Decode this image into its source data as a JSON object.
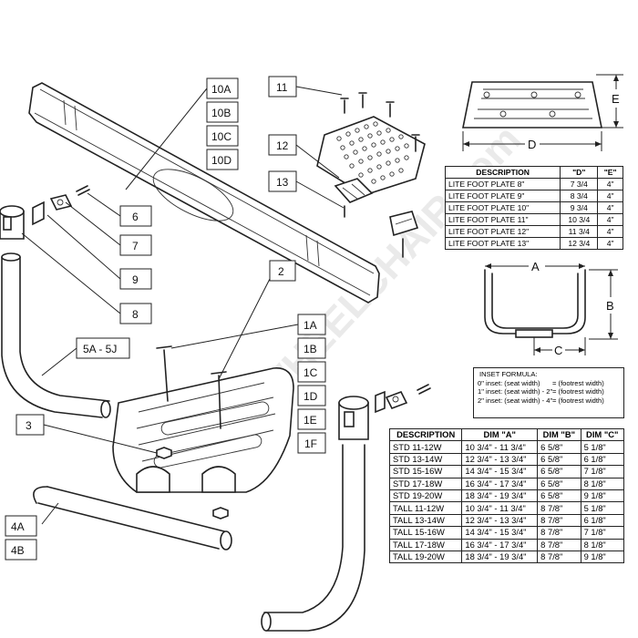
{
  "callouts": {
    "c10A": "10A",
    "c10B": "10B",
    "c10C": "10C",
    "c10D": "10D",
    "c11": "11",
    "c12": "12",
    "c13": "13",
    "c6": "6",
    "c7": "7",
    "c9": "9",
    "c8": "8",
    "c2": "2",
    "c1A": "1A",
    "c1B": "1B",
    "c1C": "1C",
    "c1D": "1D",
    "c1E": "1E",
    "c1F": "1F",
    "c5": "5A - 5J",
    "c3": "3",
    "c4A": "4A",
    "c4B": "4B"
  },
  "dims": {
    "d": "D",
    "e": "E",
    "a": "A",
    "b": "B",
    "c": "C"
  },
  "watermark": "1-800-WHEELCHAIR.com",
  "lite_table": {
    "headers": [
      "DESCRIPTION",
      "\"D\"",
      "\"E\""
    ],
    "rows": [
      [
        "LITE FOOT PLATE 8\"",
        "7 3/4",
        "4\""
      ],
      [
        "LITE FOOT PLATE 9\"",
        "8 3/4",
        "4\""
      ],
      [
        "LITE FOOT PLATE 10\"",
        "9 3/4",
        "4\""
      ],
      [
        "LITE FOOT PLATE 11\"",
        "10 3/4",
        "4\""
      ],
      [
        "LITE FOOT PLATE 12\"",
        "11 3/4",
        "4\""
      ],
      [
        "LITE FOOT PLATE 13\"",
        "12 3/4",
        "4\""
      ]
    ]
  },
  "inset_formula": {
    "title": "INSET FORMULA:",
    "lines": [
      [
        "0\" inset: (seat width)",
        "= (footrest width)"
      ],
      [
        "1\" inset: (seat width) - 2\"",
        "= (footrest width)"
      ],
      [
        "2\" inset: (seat width) - 4\"",
        "= (footrest width)"
      ]
    ]
  },
  "dim_table": {
    "headers": [
      "DESCRIPTION",
      "DIM \"A\"",
      "DIM \"B\"",
      "DIM \"C\""
    ],
    "rows": [
      [
        "STD 11-12W",
        "10 3/4\" - 11 3/4\"",
        "6 5/8\"",
        "5 1/8\""
      ],
      [
        "STD 13-14W",
        "12 3/4\" - 13 3/4\"",
        "6 5/8\"",
        "6 1/8\""
      ],
      [
        "STD 15-16W",
        "14 3/4\" - 15 3/4\"",
        "6 5/8\"",
        "7 1/8\""
      ],
      [
        "STD 17-18W",
        "16 3/4\" - 17 3/4\"",
        "6 5/8\"",
        "8 1/8\""
      ],
      [
        "STD 19-20W",
        "18 3/4\" - 19 3/4\"",
        "6 5/8\"",
        "9 1/8\""
      ],
      [
        "TALL 11-12W",
        "10 3/4\" - 11 3/4\"",
        "8 7/8\"",
        "5 1/8\""
      ],
      [
        "TALL 13-14W",
        "12 3/4\" - 13 3/4\"",
        "8 7/8\"",
        "6 1/8\""
      ],
      [
        "TALL 15-16W",
        "14 3/4\" - 15 3/4\"",
        "8 7/8\"",
        "7 1/8\""
      ],
      [
        "TALL 17-18W",
        "16 3/4\" - 17 3/4\"",
        "8 7/8\"",
        "8 1/8\""
      ],
      [
        "TALL 19-20W",
        "18 3/4\" - 19 3/4\"",
        "8 7/8\"",
        "9 1/8\""
      ]
    ]
  }
}
